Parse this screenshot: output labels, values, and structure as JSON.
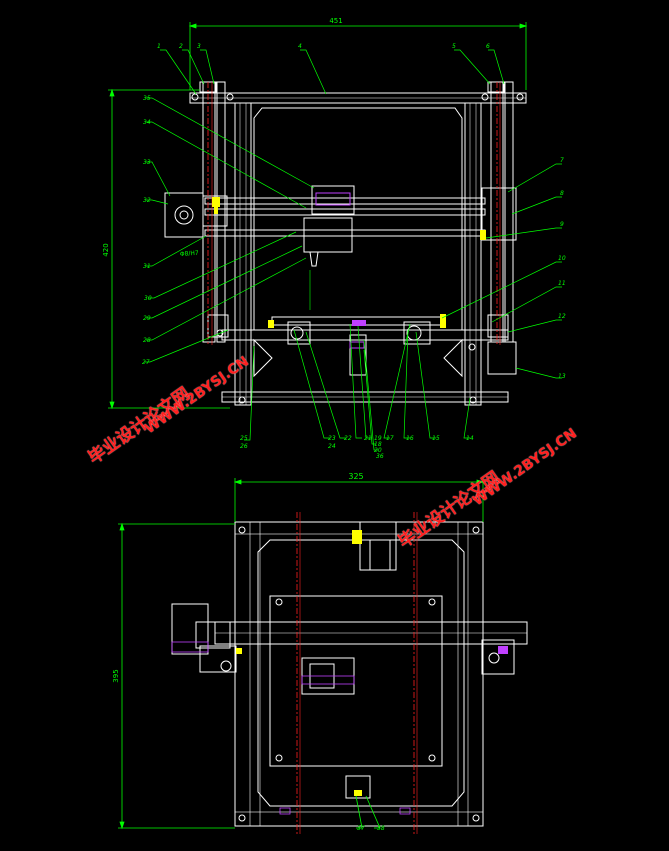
{
  "dimensions": {
    "front_width": "451",
    "front_height": "420",
    "top_width": "325",
    "top_height": "395"
  },
  "front_leaders": [
    "1",
    "2",
    "3",
    "4",
    "5",
    "6",
    "7",
    "8",
    "9",
    "10",
    "11",
    "12",
    "13",
    "14",
    "15",
    "16",
    "17",
    "18",
    "19",
    "20",
    "21",
    "22",
    "23",
    "24",
    "25",
    "26",
    "27",
    "28",
    "29",
    "30",
    "31",
    "32",
    "33",
    "34",
    "35",
    "36"
  ],
  "top_leaders": [
    "37",
    "38"
  ],
  "annotation_motor": "Φ8/H7",
  "watermark": {
    "text_cn": "毕业设计论文网",
    "text_url": "WWW.2BYSJ.CN"
  },
  "colors": {
    "background": "#000000",
    "outline": "#ffffff",
    "dimension": "#00ff00",
    "leader": "#00ff00",
    "centerline": "#ff2020",
    "accent": "#ffff00",
    "hatch": "#c040ff",
    "watermark": "#ff2020"
  }
}
